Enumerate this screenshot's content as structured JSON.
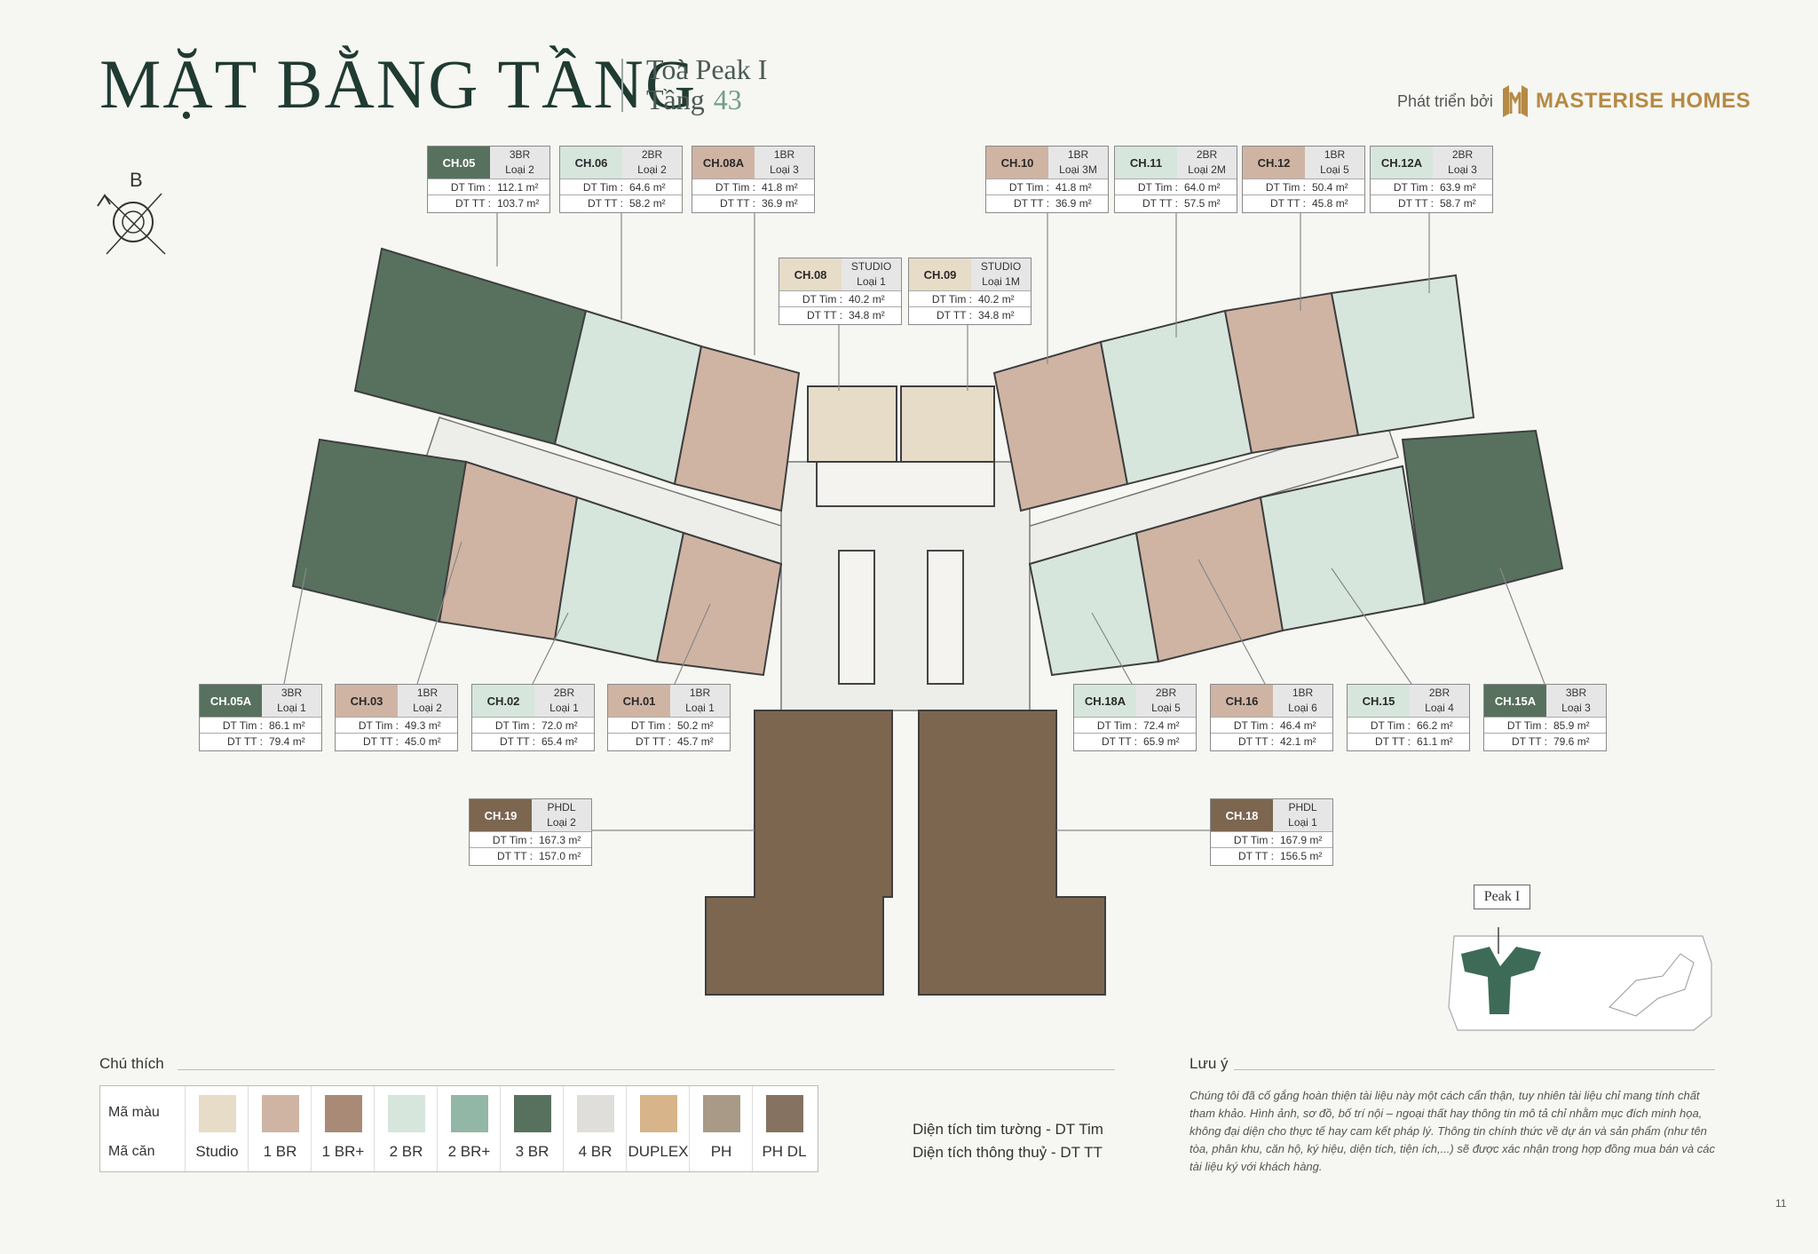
{
  "header": {
    "title": "MẶT BẰNG TẦNG",
    "tower": "Toà Peak I",
    "floor_label": "Tầng",
    "floor_number": "43",
    "developed_by": "Phát triển bởi",
    "brand": "MASTERISE HOMES"
  },
  "compass": {
    "north_letter": "B"
  },
  "units": [
    {
      "code": "CH.05",
      "type": "3BR",
      "variant": "Loại 2",
      "dt_tim": "112.1 m²",
      "dt_tt": "103.7 m²",
      "color": "#58715f",
      "dark": true
    },
    {
      "code": "CH.06",
      "type": "2BR",
      "variant": "Loại 2",
      "dt_tim": "64.6 m²",
      "dt_tt": "58.2 m²",
      "color": "#d6e6dd",
      "dark": false
    },
    {
      "code": "CH.08A",
      "type": "1BR",
      "variant": "Loại 3",
      "dt_tim": "41.8 m²",
      "dt_tt": "36.9 m²",
      "color": "#cfb4a4",
      "dark": false
    },
    {
      "code": "CH.10",
      "type": "1BR",
      "variant": "Loại 3M",
      "dt_tim": "41.8 m²",
      "dt_tt": "36.9 m²",
      "color": "#cfb4a4",
      "dark": false
    },
    {
      "code": "CH.11",
      "type": "2BR",
      "variant": "Loại 2M",
      "dt_tim": "64.0 m²",
      "dt_tt": "57.5 m²",
      "color": "#d6e6dd",
      "dark": false
    },
    {
      "code": "CH.12",
      "type": "1BR",
      "variant": "Loại 5",
      "dt_tim": "50.4 m²",
      "dt_tt": "45.8 m²",
      "color": "#cfb4a4",
      "dark": false
    },
    {
      "code": "CH.12A",
      "type": "2BR",
      "variant": "Loại 3",
      "dt_tim": "63.9 m²",
      "dt_tt": "58.7 m²",
      "color": "#d6e6dd",
      "dark": false
    },
    {
      "code": "CH.08",
      "type": "STUDIO",
      "variant": "Loại 1",
      "dt_tim": "40.2 m²",
      "dt_tt": "34.8 m²",
      "color": "#e6dcc8",
      "dark": false
    },
    {
      "code": "CH.09",
      "type": "STUDIO",
      "variant": "Loại 1M",
      "dt_tim": "40.2 m²",
      "dt_tt": "34.8 m²",
      "color": "#e6dcc8",
      "dark": false
    },
    {
      "code": "CH.05A",
      "type": "3BR",
      "variant": "Loại 1",
      "dt_tim": "86.1 m²",
      "dt_tt": "79.4 m²",
      "color": "#58715f",
      "dark": true
    },
    {
      "code": "CH.03",
      "type": "1BR",
      "variant": "Loại 2",
      "dt_tim": "49.3 m²",
      "dt_tt": "45.0 m²",
      "color": "#cfb4a4",
      "dark": false
    },
    {
      "code": "CH.02",
      "type": "2BR",
      "variant": "Loại 1",
      "dt_tim": "72.0 m²",
      "dt_tt": "65.4 m²",
      "color": "#d6e6dd",
      "dark": false
    },
    {
      "code": "CH.01",
      "type": "1BR",
      "variant": "Loại 1",
      "dt_tim": "50.2 m²",
      "dt_tt": "45.7 m²",
      "color": "#cfb4a4",
      "dark": false
    },
    {
      "code": "CH.18A",
      "type": "2BR",
      "variant": "Loại 5",
      "dt_tim": "72.4 m²",
      "dt_tt": "65.9 m²",
      "color": "#d6e6dd",
      "dark": false
    },
    {
      "code": "CH.16",
      "type": "1BR",
      "variant": "Loại 6",
      "dt_tim": "46.4 m²",
      "dt_tt": "42.1 m²",
      "color": "#cfb4a4",
      "dark": false
    },
    {
      "code": "CH.15",
      "type": "2BR",
      "variant": "Loại 4",
      "dt_tim": "66.2 m²",
      "dt_tt": "61.1 m²",
      "color": "#d6e6dd",
      "dark": false
    },
    {
      "code": "CH.15A",
      "type": "3BR",
      "variant": "Loại 3",
      "dt_tim": "85.9 m²",
      "dt_tt": "79.6 m²",
      "color": "#58715f",
      "dark": true
    },
    {
      "code": "CH.19",
      "type": "PHDL",
      "variant": "Loại 2",
      "dt_tim": "167.3 m²",
      "dt_tt": "157.0 m²",
      "color": "#7c6650",
      "dark": true
    },
    {
      "code": "CH.18",
      "type": "PHDL",
      "variant": "Loại 1",
      "dt_tim": "167.9 m²",
      "dt_tt": "156.5 m²",
      "color": "#7c6650",
      "dark": true
    }
  ],
  "card_labels": {
    "dt_tim": "DT Tim :",
    "dt_tt": "DT TT :"
  },
  "minimap": {
    "label": "Peak I"
  },
  "legend": {
    "title": "Chú thích",
    "color_key": "Mã màu",
    "unit_key": "Mã căn",
    "items": [
      {
        "name": "Studio",
        "color": "#e6dcc8"
      },
      {
        "name": "1 BR",
        "color": "#cfb4a4"
      },
      {
        "name": "1 BR+",
        "color": "#a88a76"
      },
      {
        "name": "2 BR",
        "color": "#d6e6dd"
      },
      {
        "name": "2 BR+",
        "color": "#93b7a6"
      },
      {
        "name": "3 BR",
        "color": "#58715f"
      },
      {
        "name": "4 BR",
        "color": "#e0dedb"
      },
      {
        "name": "DUPLEX",
        "color": "#d7b489"
      },
      {
        "name": "PH",
        "color": "#a89a86"
      },
      {
        "name": "PH DL",
        "color": "#857260"
      }
    ],
    "area_tim": "Diện tích tim tường - DT Tim",
    "area_tt": "Diện tích thông thuỷ - DT TT"
  },
  "note": {
    "title": "Lưu ý",
    "text": "Chúng tôi đã cố gắng hoàn thiện tài liệu này một cách cẩn thận, tuy nhiên tài liệu chỉ mang tính chất tham khảo. Hình ảnh, sơ đồ, bố trí nội – ngoại thất hay thông tin mô tả chỉ nhằm mục đích minh họa, không đại diện cho thực tế hay cam kết pháp lý. Thông tin chính thức về dự án và sản phẩm (như tên tòa, phân khu, căn hộ, ký hiệu, diện tích, tiện ích,...) sẽ được xác nhận trong hợp đồng mua bán và các tài liệu ký với khách hàng."
  },
  "page_number": "11"
}
